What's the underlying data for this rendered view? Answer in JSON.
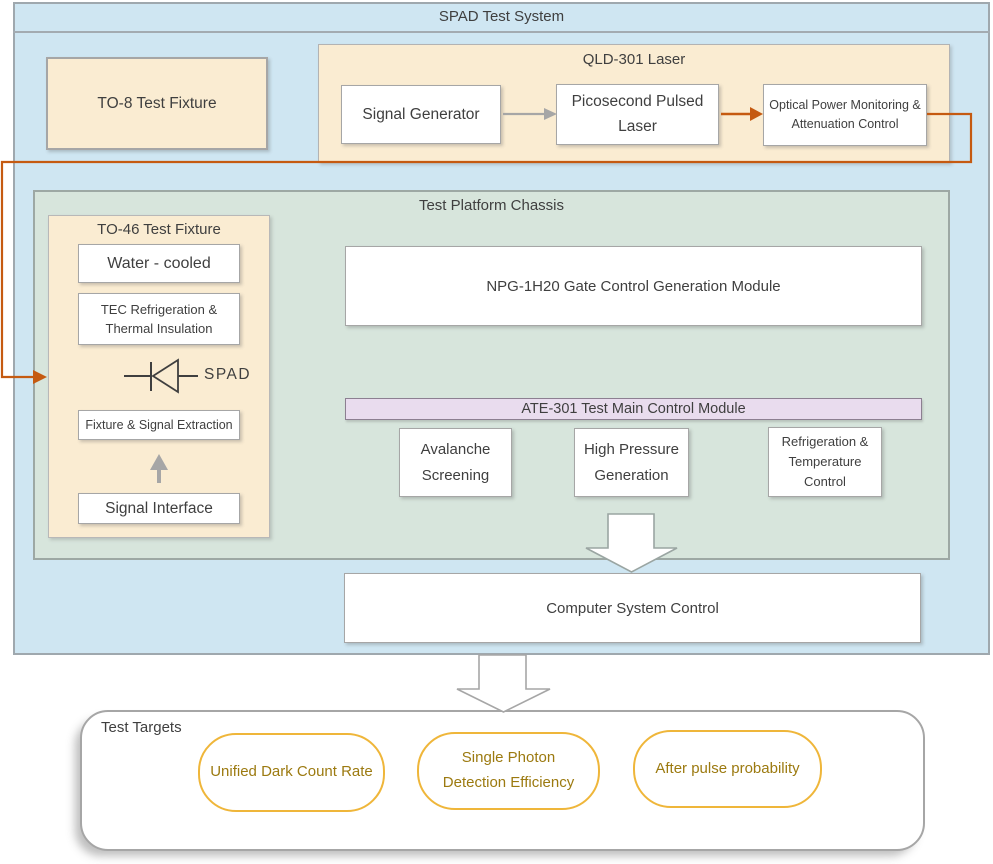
{
  "diagram": {
    "title": "SPAD Test System",
    "to8_fixture": "TO-8 Test Fixture",
    "laser": {
      "title": "QLD-301 Laser",
      "signal_generator": "Signal Generator",
      "pulsed_laser": "Picosecond Pulsed Laser",
      "optical_power": "Optical Power Monitoring & Attenuation Control"
    },
    "chassis": {
      "title": "Test Platform Chassis",
      "to46": {
        "title": "TO-46 Test Fixture",
        "water_cooled": "Water - cooled",
        "tec": "TEC Refrigeration & Thermal Insulation",
        "spad": "SPAD",
        "fixture_extraction": "Fixture & Signal Extraction",
        "signal_interface": "Signal Interface"
      },
      "npg_module": "NPG-1H20 Gate Control Generation Module",
      "ate_module": "ATE-301 Test Main Control Module",
      "avalanche": "Avalanche Screening",
      "high_pressure": "High Pressure Generation",
      "refrigeration": "Refrigeration & Temperature Control"
    },
    "computer_control": "Computer System Control",
    "targets": {
      "title": "Test Targets",
      "items": [
        "Unified Dark Count Rate",
        "Single Photon Detection Efficiency",
        "After pulse probability"
      ]
    },
    "colors": {
      "system_bg": "#cfe6f2",
      "fixture_bg": "#faecd2",
      "chassis_bg": "#d7e5dc",
      "ate_bar_bg": "#e9dcee",
      "connector_orange": "#c55a11",
      "connector_gray": "#a6a6a6",
      "target_outline": "#efb63a",
      "target_text": "#9c7a10",
      "text": "#3f3f3f"
    }
  }
}
